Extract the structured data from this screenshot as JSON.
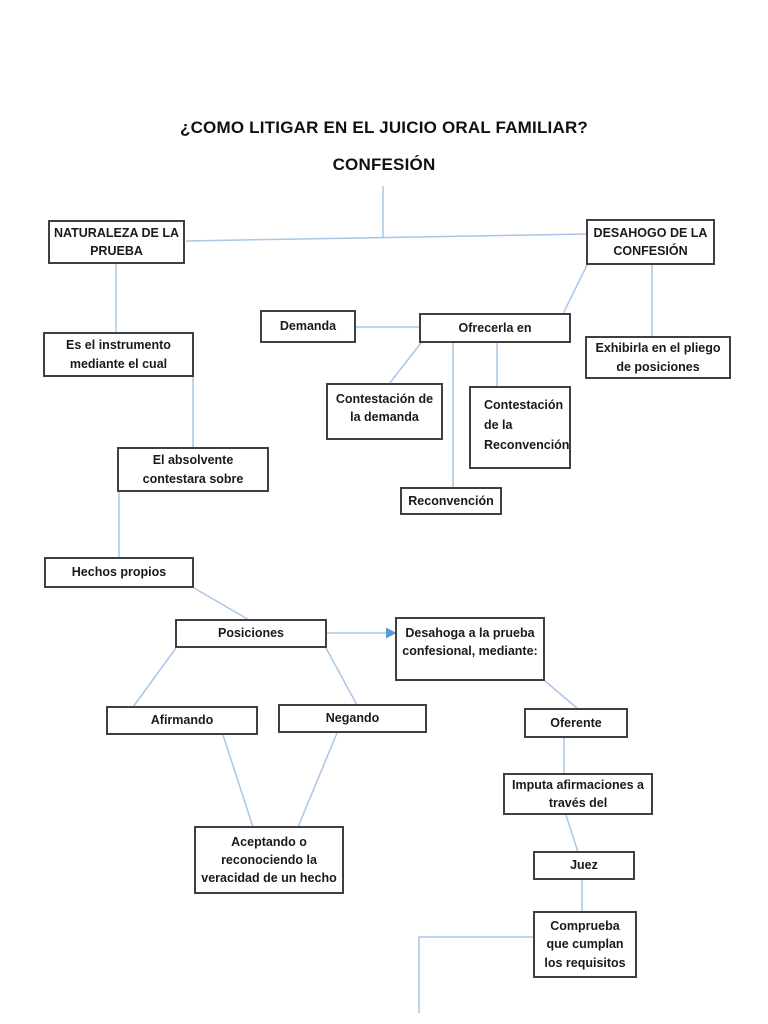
{
  "page": {
    "title": "¿COMO LITIGAR EN EL JUICIO ORAL FAMILIAR?",
    "subtitle": "CONFESIÓN"
  },
  "nodes": {
    "naturaleza": {
      "label": "NATURALEZA DE LA\nPRUEBA"
    },
    "desahogo": {
      "label": "DESAHOGO DE LA\nCONFESIÓN"
    },
    "demanda": {
      "label": "Demanda"
    },
    "ofrecerla": {
      "label": "Ofrecerla en"
    },
    "exhibirla": {
      "label": "Exhibirla en el pliego\nde posiciones"
    },
    "instrumento": {
      "label": "Es el instrumento\nmediante el cual"
    },
    "contestacion_demanda": {
      "label": "Contestación de\nla demanda"
    },
    "contestacion_reconvencion": {
      "label": "Contestación\nde la\nReconvención"
    },
    "absolvente": {
      "label": "El absolvente\ncontestara sobre"
    },
    "reconvencion": {
      "label": "Reconvención"
    },
    "hechos_propios": {
      "label": "Hechos propios"
    },
    "posiciones": {
      "label": "Posiciones"
    },
    "desahoga": {
      "label": "Desahoga a la prueba\nconfesional, mediante:"
    },
    "afirmando": {
      "label": "Afirmando"
    },
    "negando": {
      "label": "Negando"
    },
    "oferente": {
      "label": "Oferente"
    },
    "imputa": {
      "label": "Imputa afirmaciones a\ntravés del"
    },
    "aceptando": {
      "label": "Aceptando o\nreconociendo la\nveracidad de un hecho"
    },
    "juez": {
      "label": "Juez"
    },
    "comprueba": {
      "label": "Comprueba\nque cumplan\nlos requisitos"
    }
  },
  "colors": {
    "connector_line": "#a9c7e8",
    "arrowhead": "#5b9bd5",
    "box_border": "#3f3f3f",
    "text": "#1a1a1a",
    "background": "#ffffff"
  }
}
